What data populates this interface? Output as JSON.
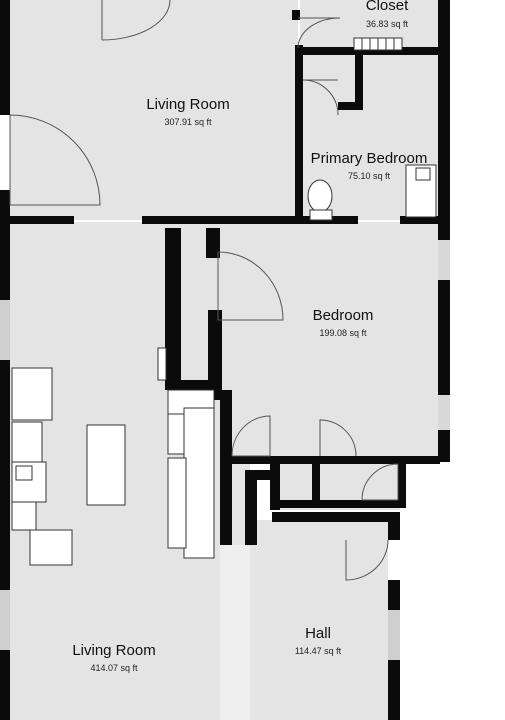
{
  "colors": {
    "floor": "#e4e4e4",
    "floor_light": "#eeeeee",
    "wall": "#0b0b0b",
    "door_arc": "#555555",
    "fixture": "#ffffff",
    "background": "#ffffff"
  },
  "rooms": {
    "closet": {
      "name": "Closet",
      "area": "36.83 sq ft"
    },
    "living_room_upper": {
      "name": "Living Room",
      "area": "307.91 sq ft"
    },
    "primary_bedroom": {
      "name": "Primary Bedroom",
      "area": "75.10 sq ft"
    },
    "bedroom": {
      "name": "Bedroom",
      "area": "199.08 sq ft"
    },
    "hall": {
      "name": "Hall",
      "area": "114.47 sq ft"
    },
    "living_room_lower": {
      "name": "Living Room",
      "area": "414.07 sq ft"
    }
  },
  "icons": {
    "door_swing": "door-swing-icon",
    "toilet": "toilet-icon",
    "radiator": "radiator-icon",
    "kitchen_island": "kitchen-island-icon",
    "appliance": "appliance-icon"
  }
}
